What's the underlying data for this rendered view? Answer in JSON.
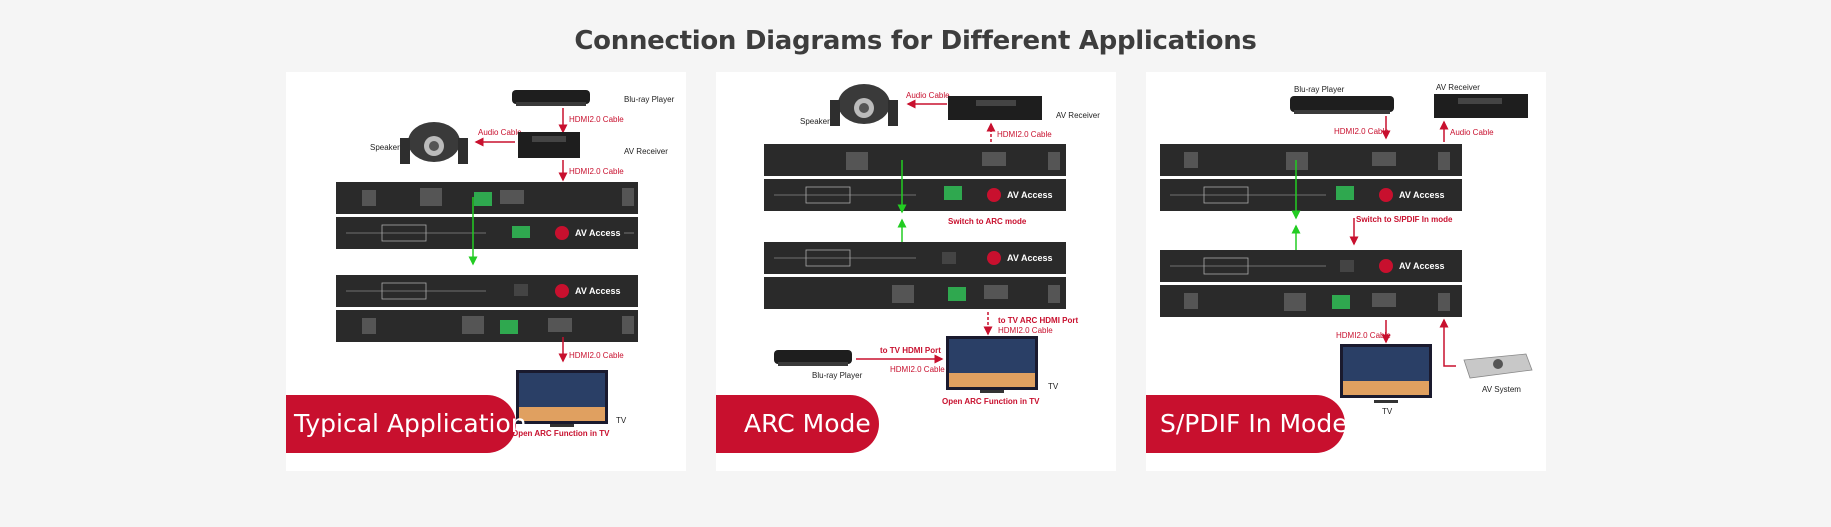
{
  "page_title": "Connection Diagrams for Different Applications",
  "brand": "AV Access",
  "colors": {
    "accent": "#c8102e",
    "link_arrow": "#22cc22",
    "device": "#2a2a2a"
  },
  "panels": [
    {
      "badge": "Typical Application",
      "labels": {
        "bluray": "Blu-ray Player",
        "hdmi_top": "HDMI2.0 Cable",
        "speaker": "Speaker",
        "audio_cable": "Audio Cable",
        "av_receiver": "AV Receiver",
        "hdmi_mid": "HDMI2.0 Cable",
        "hdmi_bottom": "HDMI2.0 Cable",
        "tv": "TV",
        "arc_note": "Open ARC Function in TV"
      }
    },
    {
      "badge": "ARC Mode",
      "labels": {
        "audio_cable": "Audio Cable",
        "speaker": "Speaker",
        "av_receiver": "AV Receiver",
        "hdmi_top": "HDMI2.0 Cable",
        "switch_note": "Switch to ARC mode",
        "tv_arc_port": "to TV ARC HDMI Port",
        "hdmi_right": "HDMI2.0 Cable",
        "tv_hdmi_port": "to TV HDMI Port",
        "hdmi_left": "HDMI2.0 Cable",
        "bluray": "Blu-ray Player",
        "tv": "TV",
        "arc_note": "Open ARC Function in TV"
      }
    },
    {
      "badge": "S/PDIF In Mode",
      "labels": {
        "bluray": "Blu-ray Player",
        "av_receiver": "AV Receiver",
        "hdmi_top": "HDMI2.0 Cable",
        "audio_cable": "Audio Cable",
        "switch_note": "Switch to S/PDIF In mode",
        "hdmi_bottom": "HDMI2.0 Cable",
        "tv": "TV",
        "av_system": "AV System"
      }
    }
  ]
}
